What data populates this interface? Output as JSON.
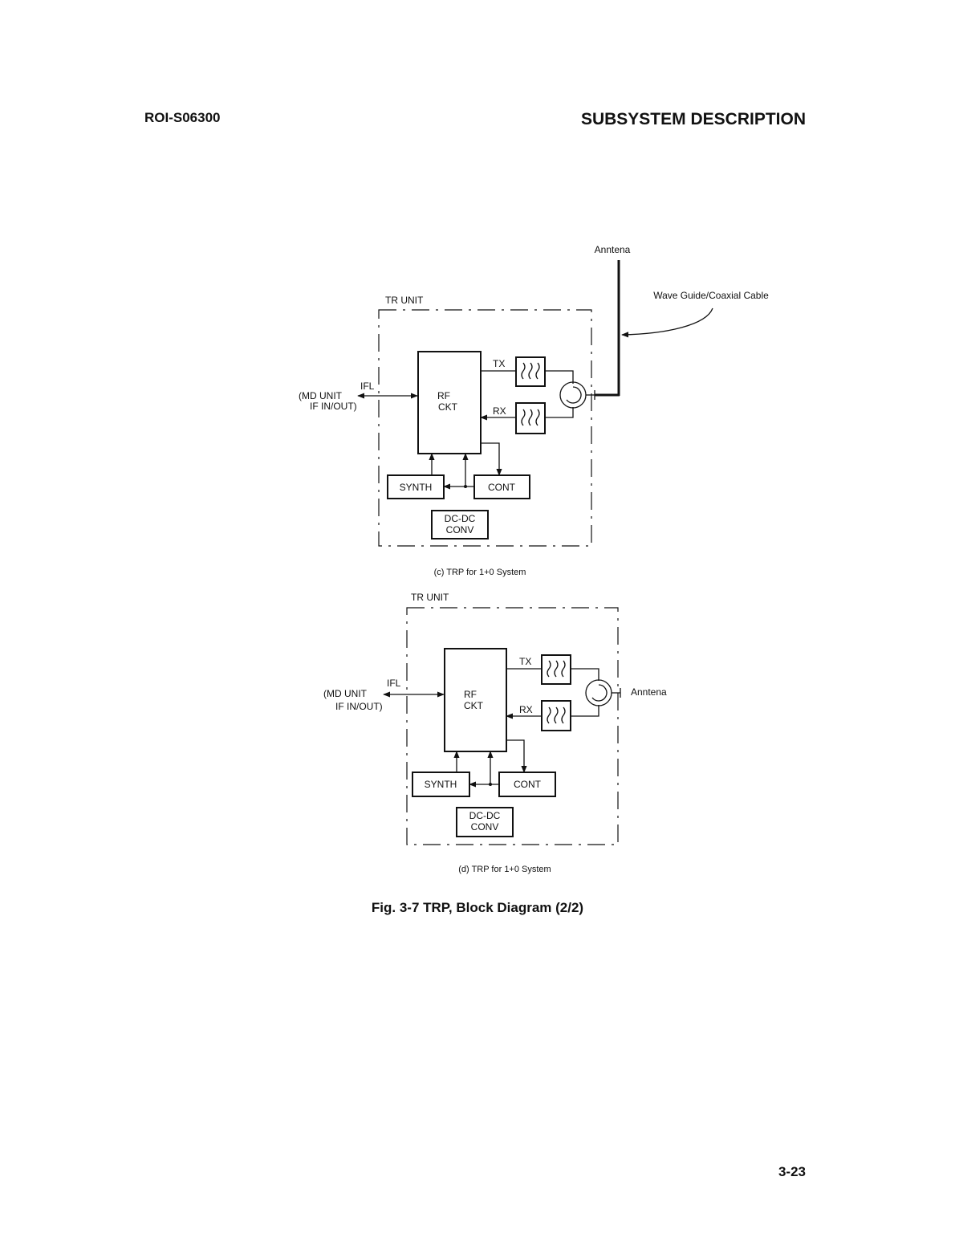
{
  "header": {
    "doc_id": "ROI-S06300",
    "section_title": "SUBSYSTEM DESCRIPTION"
  },
  "diagram_c": {
    "antenna_label": "Anntena",
    "cable_label": "Wave Guide/Coaxial Cable",
    "unit_label": "TR UNIT",
    "ifl_label": "IFL",
    "md_unit_label": "(MD UNIT",
    "if_inout_label": "IF IN/OUT)",
    "rf_label_1": "RF",
    "rf_label_2": "CKT",
    "tx_label": "TX",
    "rx_label": "RX",
    "synth_label": "SYNTH",
    "cont_label": "CONT",
    "dcdc_label_1": "DC-DC",
    "dcdc_label_2": "CONV",
    "caption": "(c) TRP for 1+0 System"
  },
  "diagram_d": {
    "unit_label": "TR UNIT",
    "ifl_label": "IFL",
    "md_unit_label": "(MD UNIT",
    "if_inout_label": "IF IN/OUT)",
    "rf_label_1": "RF",
    "rf_label_2": "CKT",
    "tx_label": "TX",
    "rx_label": "RX",
    "antenna_label": "Anntena",
    "synth_label": "SYNTH",
    "cont_label": "CONT",
    "dcdc_label_1": "DC-DC",
    "dcdc_label_2": "CONV",
    "caption": "(d) TRP for 1+0 System"
  },
  "figure_caption": "Fig. 3-7  TRP, Block Diagram (2/2)",
  "page_number": "3-23"
}
